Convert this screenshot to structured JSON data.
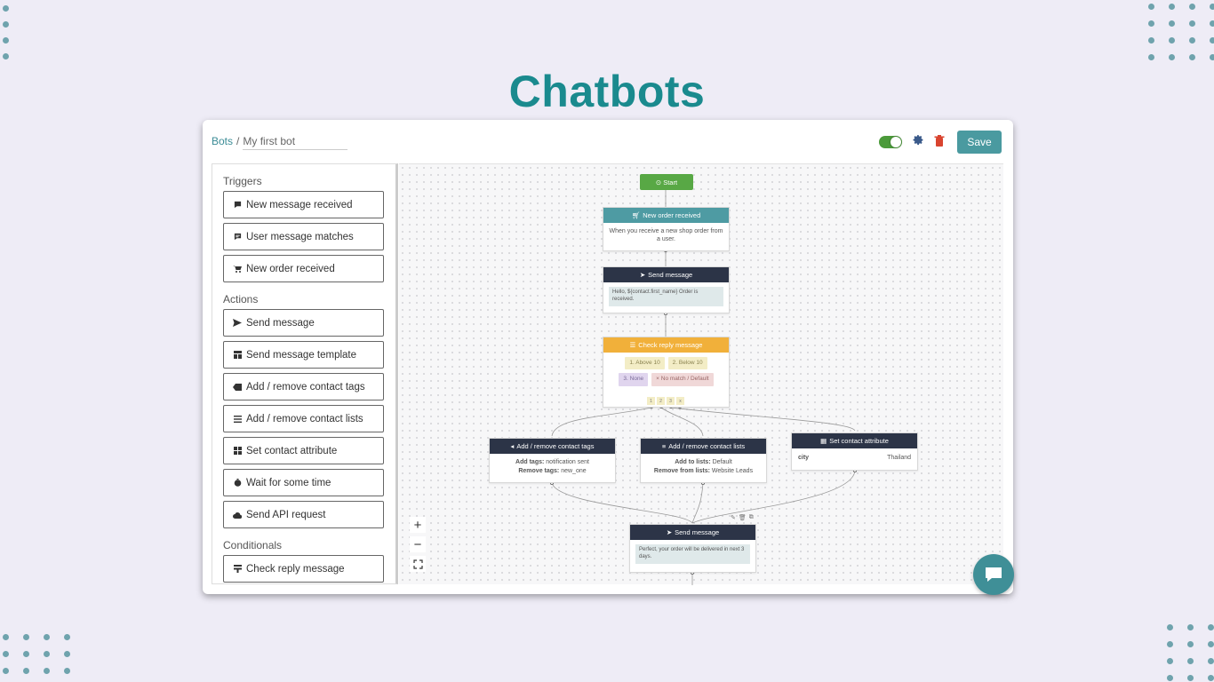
{
  "page": {
    "title": "Chatbots"
  },
  "header": {
    "breadcrumb_root": "Bots",
    "breadcrumb_sep": "/",
    "bot_name": "My first bot",
    "bot_enabled": true,
    "save_label": "Save"
  },
  "sidebar": {
    "triggers_title": "Triggers",
    "triggers": [
      {
        "label": "New message received",
        "icon": "message-icon"
      },
      {
        "label": "User message matches",
        "icon": "message-match-icon"
      },
      {
        "label": "New order received",
        "icon": "cart-icon"
      }
    ],
    "actions_title": "Actions",
    "actions": [
      {
        "label": "Send message",
        "icon": "send-icon"
      },
      {
        "label": "Send message template",
        "icon": "template-icon"
      },
      {
        "label": "Add / remove contact tags",
        "icon": "tag-icon"
      },
      {
        "label": "Add / remove contact lists",
        "icon": "list-icon"
      },
      {
        "label": "Set contact attribute",
        "icon": "grid-icon"
      },
      {
        "label": "Wait for some time",
        "icon": "timer-icon"
      },
      {
        "label": "Send API request",
        "icon": "cloud-icon"
      }
    ],
    "conditionals_title": "Conditionals",
    "conditionals": [
      {
        "label": "Check reply message",
        "icon": "condition-icon"
      }
    ]
  },
  "flow": {
    "start_label": "Start",
    "order_node": {
      "title": "New order received",
      "body": "When you receive a new shop order from a user."
    },
    "send1": {
      "title": "Send message",
      "message": "Hello, ${contact.first_name} Order is received."
    },
    "check": {
      "title": "Check reply message",
      "options": [
        "1. Above 10",
        "2. Below 10",
        "3. None",
        "No match / Default"
      ],
      "ports": [
        "1",
        "2",
        "3",
        "x"
      ]
    },
    "tags_node": {
      "title": "Add / remove contact tags",
      "add_label": "Add tags:",
      "add_value": "notification sent",
      "remove_label": "Remove tags:",
      "remove_value": "new_one"
    },
    "lists_node": {
      "title": "Add / remove contact lists",
      "add_label": "Add to lists:",
      "add_value": "Default",
      "remove_label": "Remove from lists:",
      "remove_value": "Website Leads"
    },
    "attr_node": {
      "title": "Set contact attribute",
      "key": "city",
      "value": "Thailand"
    },
    "send2": {
      "title": "Send message",
      "message": "Perfect, your order will be delivered in next 3 days."
    }
  },
  "colors": {
    "accent": "#4a9aa0",
    "title": "#1a8a8e",
    "node_dark": "#2c3447",
    "node_teal": "#4e9ba3",
    "node_orange": "#f1b03a",
    "start": "#58a845"
  }
}
